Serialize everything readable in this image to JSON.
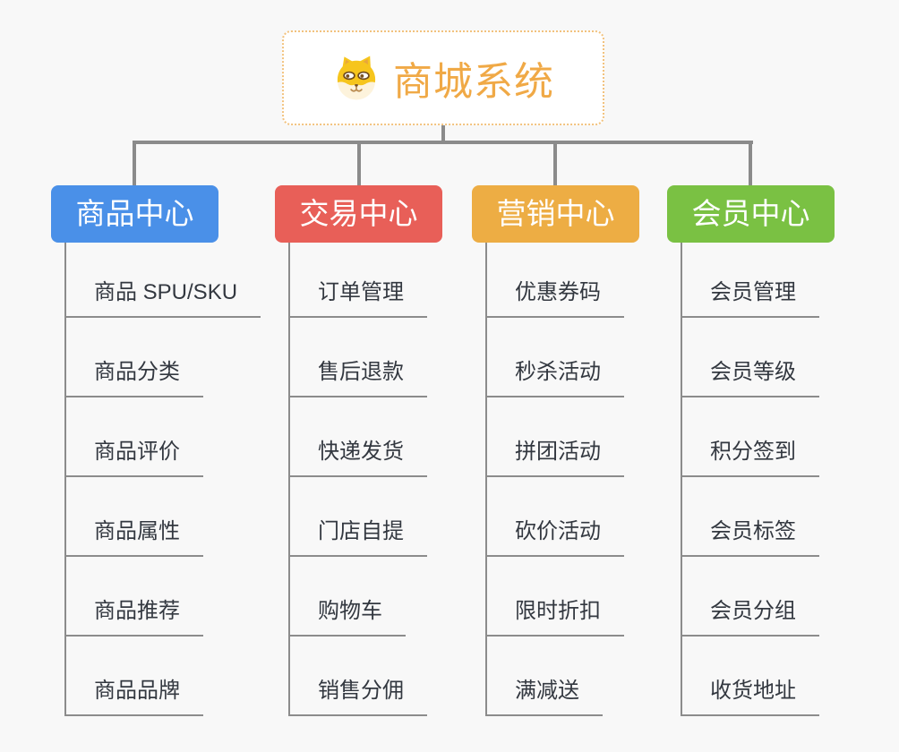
{
  "root": {
    "title": "商城系统",
    "icon": "dog-face-icon",
    "title_color": "#F0A946",
    "border_color": "#F2C27E"
  },
  "connector_color": "#8B8B8B",
  "background_color": "#F8F8F8",
  "branches": [
    {
      "label": "商品中心",
      "color": "#4A90E8",
      "items": [
        "商品 SPU/SKU",
        "商品分类",
        "商品评价",
        "商品属性",
        "商品推荐",
        "商品品牌"
      ]
    },
    {
      "label": "交易中心",
      "color": "#E85F58",
      "items": [
        "订单管理",
        "售后退款",
        "快递发货",
        "门店自提",
        "购物车",
        "销售分佣"
      ]
    },
    {
      "label": "营销中心",
      "color": "#EDAD44",
      "items": [
        "优惠券码",
        "秒杀活动",
        "拼团活动",
        "砍价活动",
        "限时折扣",
        "满减送"
      ]
    },
    {
      "label": "会员中心",
      "color": "#7AC143",
      "items": [
        "会员管理",
        "会员等级",
        "积分签到",
        "会员标签",
        "会员分组",
        "收货地址"
      ]
    }
  ]
}
